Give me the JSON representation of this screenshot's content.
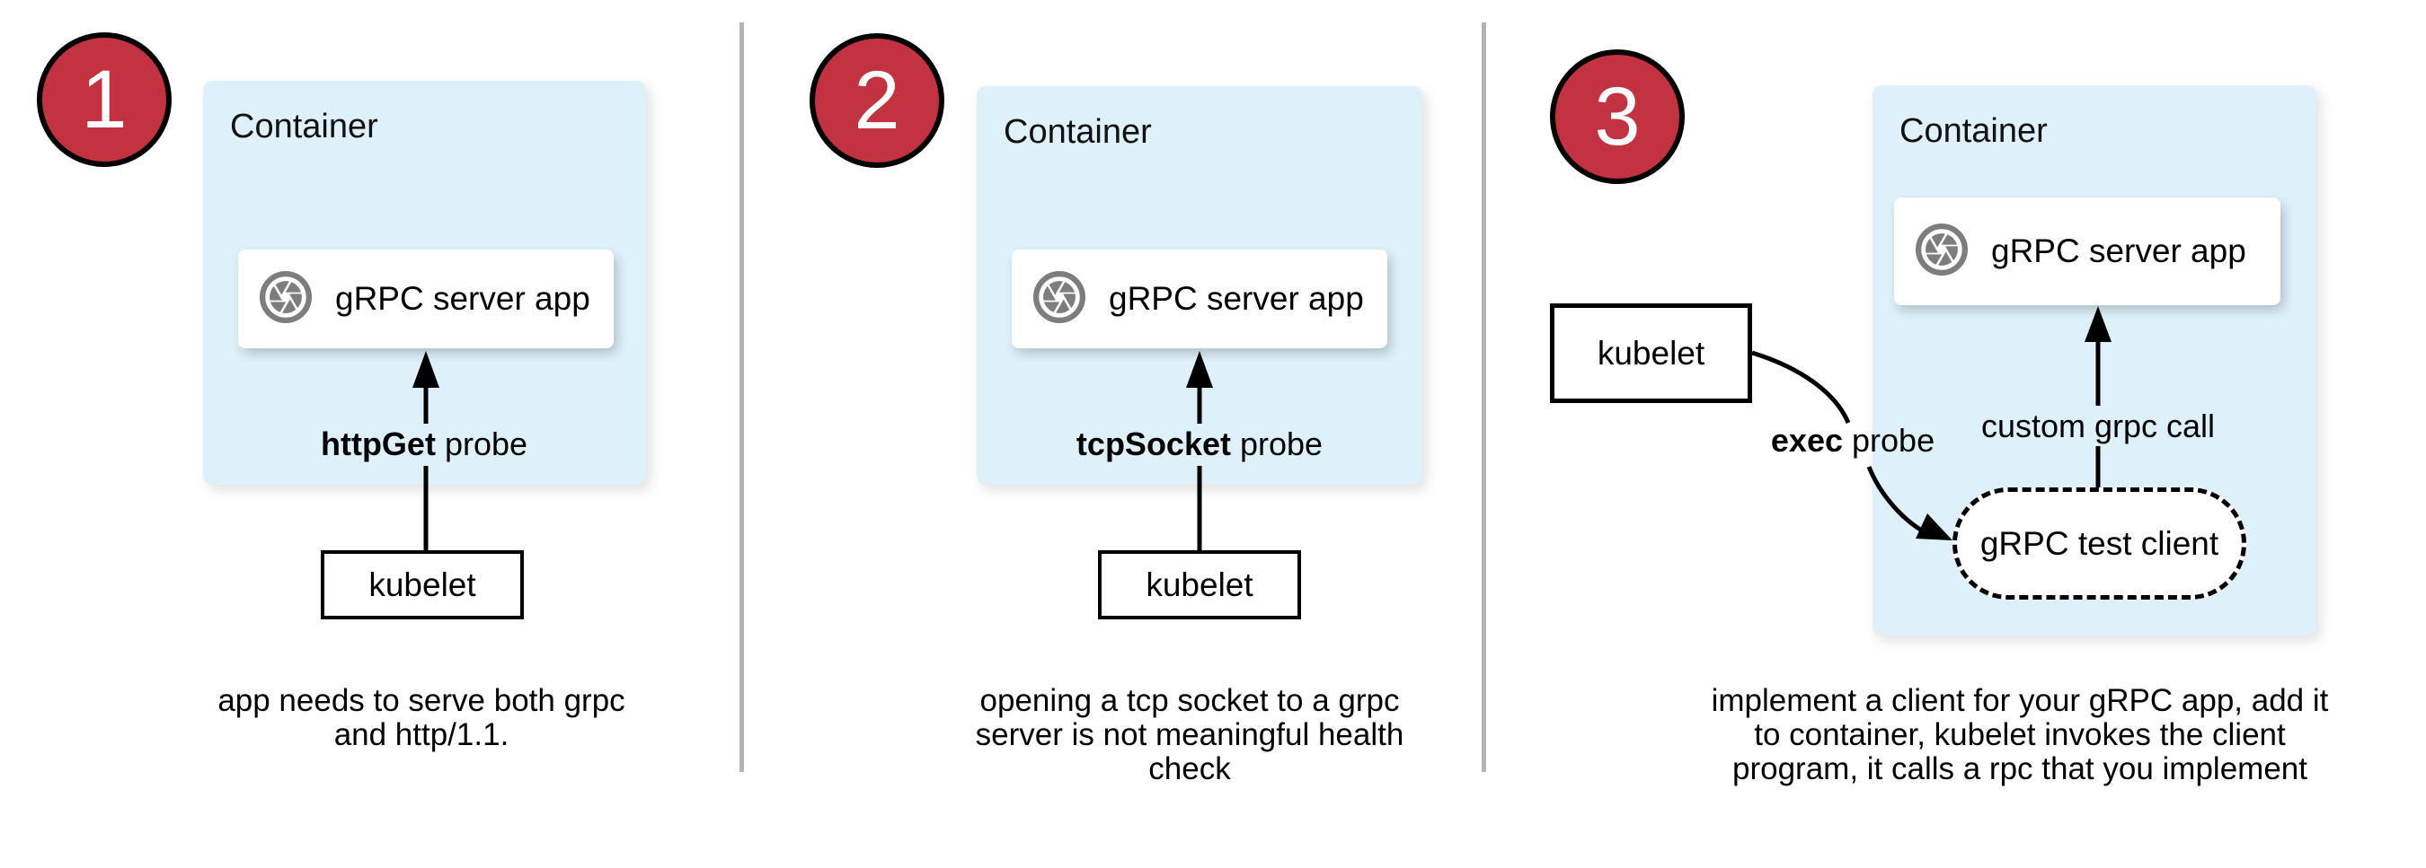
{
  "title": "gRPC health checking probe options diagram",
  "colors": {
    "step_badge_red": "#c23241",
    "container_fill_blue": "#def1fb",
    "icon_gray": "#7d7d7d",
    "divider_gray": "#b3b3b3",
    "line_black": "#000000",
    "box_white": "#ffffff"
  },
  "panels": [
    {
      "step_number": "1",
      "container_label": "Container",
      "server_app_label": "gRPC server app",
      "server_app_icon": "aperture-icon",
      "probe_keyword": "httpGet",
      "probe_suffix": " probe",
      "kubelet_label": "kubelet",
      "caption_lines": [
        "app needs to serve both grpc",
        "and http/1.1."
      ]
    },
    {
      "step_number": "2",
      "container_label": "Container",
      "server_app_label": "gRPC server app",
      "server_app_icon": "aperture-icon",
      "probe_keyword": "tcpSocket",
      "probe_suffix": " probe",
      "kubelet_label": "kubelet",
      "caption_lines": [
        "opening a tcp socket to a grpc",
        "server is not meaningful health",
        "check"
      ]
    },
    {
      "step_number": "3",
      "container_label": "Container",
      "server_app_label": "gRPC server app",
      "server_app_icon": "aperture-icon",
      "probe_keyword": "exec",
      "probe_suffix": " probe",
      "kubelet_label": "kubelet",
      "test_client_label": "gRPC test client",
      "custom_call_label": "custom grpc call",
      "caption_lines": [
        "implement a client for your gRPC app, add it",
        "to container, kubelet invokes the client",
        "program, it calls a rpc that you implement"
      ]
    }
  ]
}
